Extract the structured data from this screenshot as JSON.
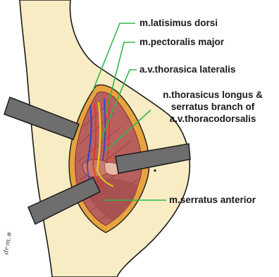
{
  "labels": {
    "latissimus": "m.latisimus dorsi",
    "pectoralis": "m.pectoralis major",
    "thoracica_lateralis": "a.v.thorasica lateralis",
    "thoracicus_line1": "n.thorasicus longus &",
    "thoracicus_line2": "serratus branch of",
    "thoracicus_line3": "a.v.thoracodorsalis",
    "serratus": "m.serratus anterior"
  },
  "signature": "dr·m.≋",
  "colors": {
    "skin": "#f7ecc4",
    "fat": "#e6a33e",
    "muscle": "#b8605e",
    "muscle_dark": "#8f3d3d",
    "retractor": "#6e6e6e",
    "leader_line": "#2fb84a",
    "artery": "#e8322b",
    "vein": "#2b3fd1",
    "nerve": "#f2d20a"
  }
}
